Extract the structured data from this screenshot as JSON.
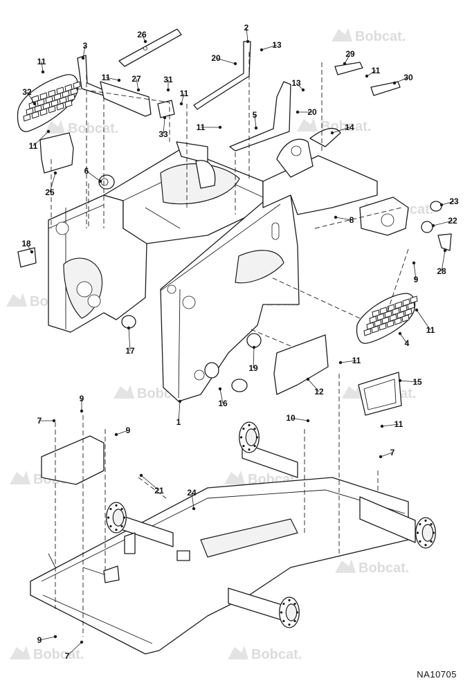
{
  "watermark": {
    "text": "Bobcat."
  },
  "drawing_number": "NA10705",
  "callouts": [
    {
      "id": "c26",
      "label": "26"
    },
    {
      "id": "c2",
      "label": "2"
    },
    {
      "id": "c13a",
      "label": "13"
    },
    {
      "id": "c3",
      "label": "3"
    },
    {
      "id": "c20a",
      "label": "20"
    },
    {
      "id": "c29",
      "label": "29"
    },
    {
      "id": "c11a",
      "label": "11"
    },
    {
      "id": "c11b",
      "label": "11"
    },
    {
      "id": "c30",
      "label": "30"
    },
    {
      "id": "c32",
      "label": "32"
    },
    {
      "id": "c11c",
      "label": "11"
    },
    {
      "id": "c27",
      "label": "27"
    },
    {
      "id": "c31",
      "label": "31"
    },
    {
      "id": "c11d",
      "label": "11"
    },
    {
      "id": "c13b",
      "label": "13"
    },
    {
      "id": "c33",
      "label": "33"
    },
    {
      "id": "c5",
      "label": "5"
    },
    {
      "id": "c20b",
      "label": "20"
    },
    {
      "id": "c11e",
      "label": "11"
    },
    {
      "id": "c14",
      "label": "14"
    },
    {
      "id": "c11f",
      "label": "11"
    },
    {
      "id": "c6",
      "label": "6"
    },
    {
      "id": "c25",
      "label": "25"
    },
    {
      "id": "c23",
      "label": "23"
    },
    {
      "id": "c8",
      "label": "8"
    },
    {
      "id": "c22",
      "label": "22"
    },
    {
      "id": "c18",
      "label": "18"
    },
    {
      "id": "c28",
      "label": "28"
    },
    {
      "id": "c9a",
      "label": "9"
    },
    {
      "id": "c17",
      "label": "17"
    },
    {
      "id": "c11g",
      "label": "11"
    },
    {
      "id": "c4",
      "label": "4"
    },
    {
      "id": "c11h",
      "label": "11"
    },
    {
      "id": "c19",
      "label": "19"
    },
    {
      "id": "c15",
      "label": "15"
    },
    {
      "id": "c12",
      "label": "12"
    },
    {
      "id": "c16",
      "label": "16"
    },
    {
      "id": "c1",
      "label": "1"
    },
    {
      "id": "c11i",
      "label": "11"
    },
    {
      "id": "c9b",
      "label": "9"
    },
    {
      "id": "c7a",
      "label": "7"
    },
    {
      "id": "c9c",
      "label": "9"
    },
    {
      "id": "c10",
      "label": "10"
    },
    {
      "id": "c7b",
      "label": "7"
    },
    {
      "id": "c21",
      "label": "21"
    },
    {
      "id": "c24",
      "label": "24"
    },
    {
      "id": "c9d",
      "label": "9"
    },
    {
      "id": "c7c",
      "label": "7"
    }
  ]
}
